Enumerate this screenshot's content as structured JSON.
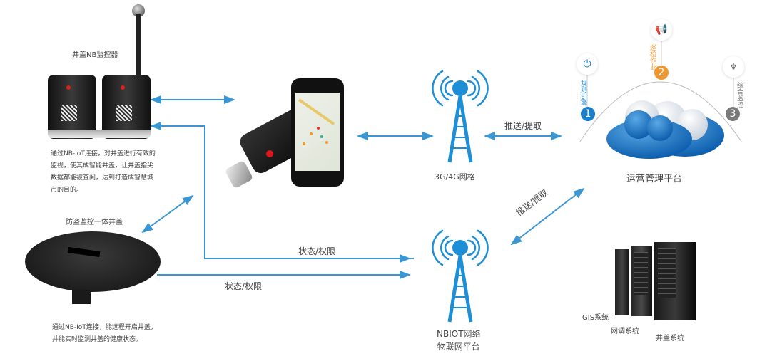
{
  "colors": {
    "arrow": "#3a97d4",
    "tower": "#1e8fd6",
    "step1": "#1a7fc8",
    "step2": "#f0962e",
    "step3": "#7a7a7a",
    "text": "#444444"
  },
  "monitor": {
    "title": "井盖NB监控器",
    "description": [
      "通过NB-IoT连接，对井盖进行有效的",
      "监视，使其成智能井盖，让井盖指尖",
      "数据都能被查阅，达到打造成智慧城",
      "市的目的。"
    ]
  },
  "cover": {
    "title": "防盗监控一体井盖",
    "description": [
      "通过NB-IoT连接，能远程开启井盖，",
      "并能实时监测井盖的健康状态。"
    ]
  },
  "tower_3g": {
    "label": "3G/4G网格"
  },
  "tower_nb": {
    "label_line1": "NBIOT网络",
    "label_line2": "物联网平台"
  },
  "platform": {
    "title": "运营管理平台",
    "steps": [
      {
        "number": "1",
        "label": "规则引擎",
        "icon": "power-icon"
      },
      {
        "number": "2",
        "label": "巡检作业",
        "icon": "megaphone-icon"
      },
      {
        "number": "3",
        "label": "综合监控",
        "icon": "monitor-control-icon"
      }
    ]
  },
  "arrows": {
    "push_pull_top": "推送/提取",
    "push_pull_diag": "推送/提取",
    "status_top": "状态/权限",
    "status_bottom": "状态/权限"
  },
  "servers": {
    "systems": [
      "GIS系统",
      "网调系统",
      "井盖系统"
    ]
  }
}
